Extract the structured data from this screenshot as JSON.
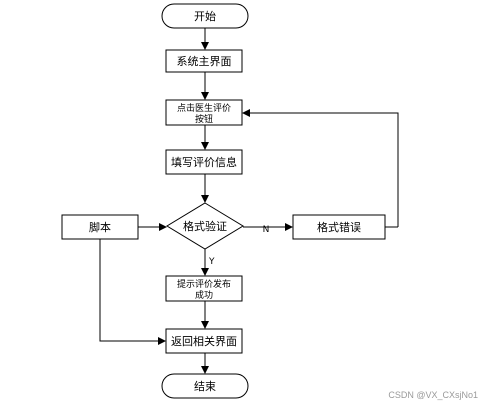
{
  "nodes": {
    "start": "开始",
    "main_ui": "系统主界面",
    "click_line1": "点击医生评价",
    "click_line2": "按钮",
    "fill_info": "填写评价信息",
    "validate": "格式验证",
    "script": "脚本",
    "error": "格式错误",
    "success_line1": "提示评价发布",
    "success_line2": "成功",
    "return_ui": "返回相关界面",
    "end": "结束"
  },
  "edges": {
    "no_label": "N",
    "yes_label": "Y"
  },
  "watermark": "CSDN @VX_CXsjNo1"
}
